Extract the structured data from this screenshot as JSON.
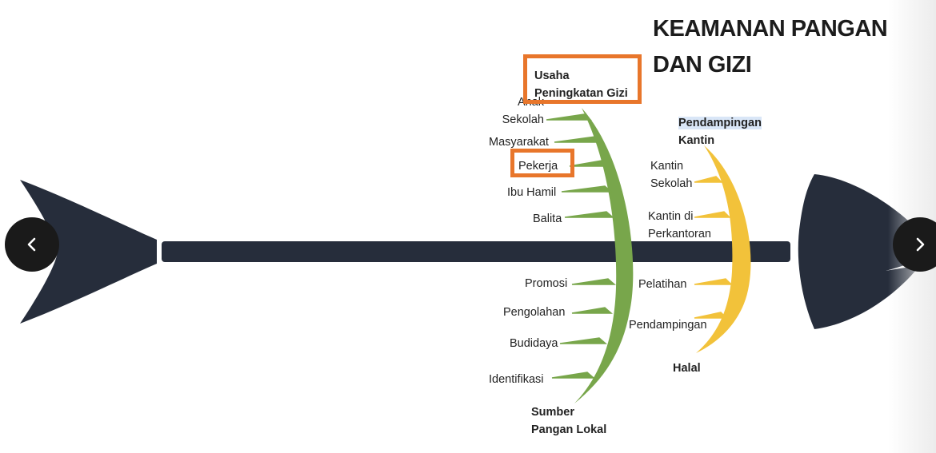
{
  "title": [
    "KEAMANAN PANGAN",
    "DAN GIZI"
  ],
  "green_branch": {
    "top_heading": [
      "Usaha",
      "Peningkatan Gizi"
    ],
    "top_items": [
      [
        "Anak",
        "Sekolah"
      ],
      [
        "Masyarakat"
      ],
      [
        "Pekerja"
      ],
      [
        "Ibu Hamil"
      ],
      [
        "Balita"
      ]
    ],
    "bottom_items": [
      [
        "Promosi"
      ],
      [
        "Pengolahan"
      ],
      [
        "Budidaya"
      ],
      [
        "Identifikasi"
      ]
    ],
    "bottom_heading": [
      "Sumber",
      "Pangan Lokal"
    ]
  },
  "yellow_branch": {
    "top_heading": [
      "Pendampingan",
      "Kantin"
    ],
    "top_items": [
      [
        "Kantin",
        "Sekolah"
      ],
      [
        "Kantin di",
        "Perkantoran"
      ]
    ],
    "bottom_items": [
      [
        "Pelatihan"
      ],
      [
        "Pendampingan"
      ]
    ],
    "bottom_heading": [
      "Halal"
    ]
  },
  "icons": {
    "prev": "chevron-left-icon",
    "next": "chevron-right-icon"
  },
  "colors": {
    "bone": "#262d3b",
    "green": "#78a64b",
    "yellow": "#f2c23a",
    "highlight_box": "#e8762b"
  }
}
